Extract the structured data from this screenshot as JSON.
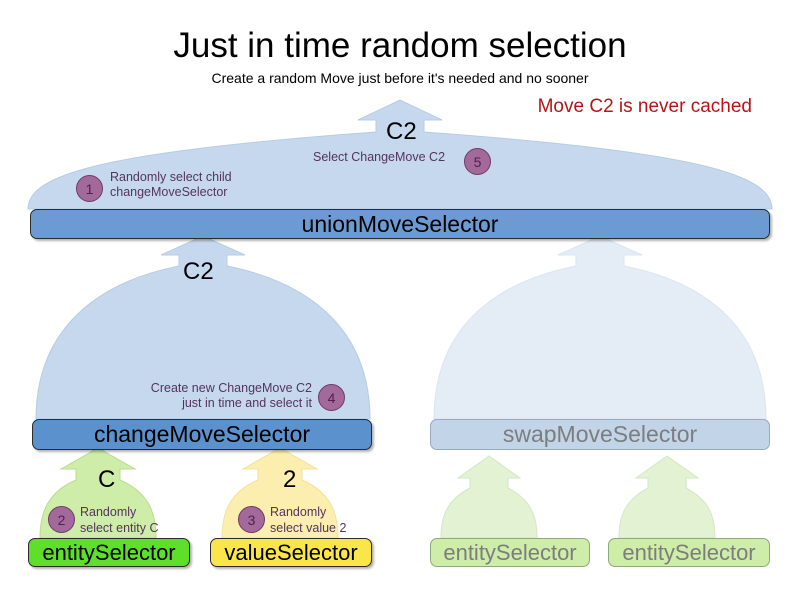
{
  "header": {
    "title": "Just in time random selection",
    "subtitle": "Create a random Move just before it's needed and no sooner",
    "note": "Move C2 is never cached",
    "note_color": "#b81414"
  },
  "nodes": {
    "union": {
      "label": "unionMoveSelector",
      "color": "#6b9bd2",
      "active": true
    },
    "change": {
      "label": "changeMoveSelector",
      "color": "#5b91cc",
      "active": true
    },
    "swap": {
      "label": "swapMoveSelector",
      "color": "#c2d4e8",
      "active": false
    },
    "entity_change": {
      "label": "entitySelector",
      "color": "#5ee02a",
      "active": true
    },
    "value_change": {
      "label": "valueSelector",
      "color": "#fae64a",
      "active": true
    },
    "entity_swap_left": {
      "label": "entitySelector",
      "color": "#cdeda8",
      "active": false
    },
    "entity_swap_right": {
      "label": "entitySelector",
      "color": "#cdeda8",
      "active": false
    }
  },
  "flows": {
    "union_out": {
      "label": "C2",
      "color": "#c5d8ee"
    },
    "change_to_union": {
      "label": "C2",
      "color": "#c5d8ee"
    },
    "swap_to_union": {
      "label": "",
      "color": "#e4ecf6"
    },
    "entity_to_change": {
      "label": "C",
      "color": "#cdeda8"
    },
    "value_to_change": {
      "label": "2",
      "color": "#fbeeae"
    },
    "entity_to_swap_left": {
      "label": "",
      "color": "#e2f2d3"
    },
    "entity_to_swap_right": {
      "label": "",
      "color": "#e2f2d3"
    }
  },
  "annotations": [
    {
      "number": "1",
      "line1": "Randomly select child",
      "line2": "changeMoveSelector"
    },
    {
      "number": "2",
      "line1": "Randomly",
      "line2": "select entity C"
    },
    {
      "number": "3",
      "line1": "Randomly",
      "line2": "select value 2"
    },
    {
      "number": "4",
      "line1": "Create new ChangeMove C2",
      "line2": "just in time and select it"
    },
    {
      "number": "5",
      "line1": "Select ChangeMove C2",
      "line2": ""
    }
  ],
  "badge_color": "#a4699b"
}
